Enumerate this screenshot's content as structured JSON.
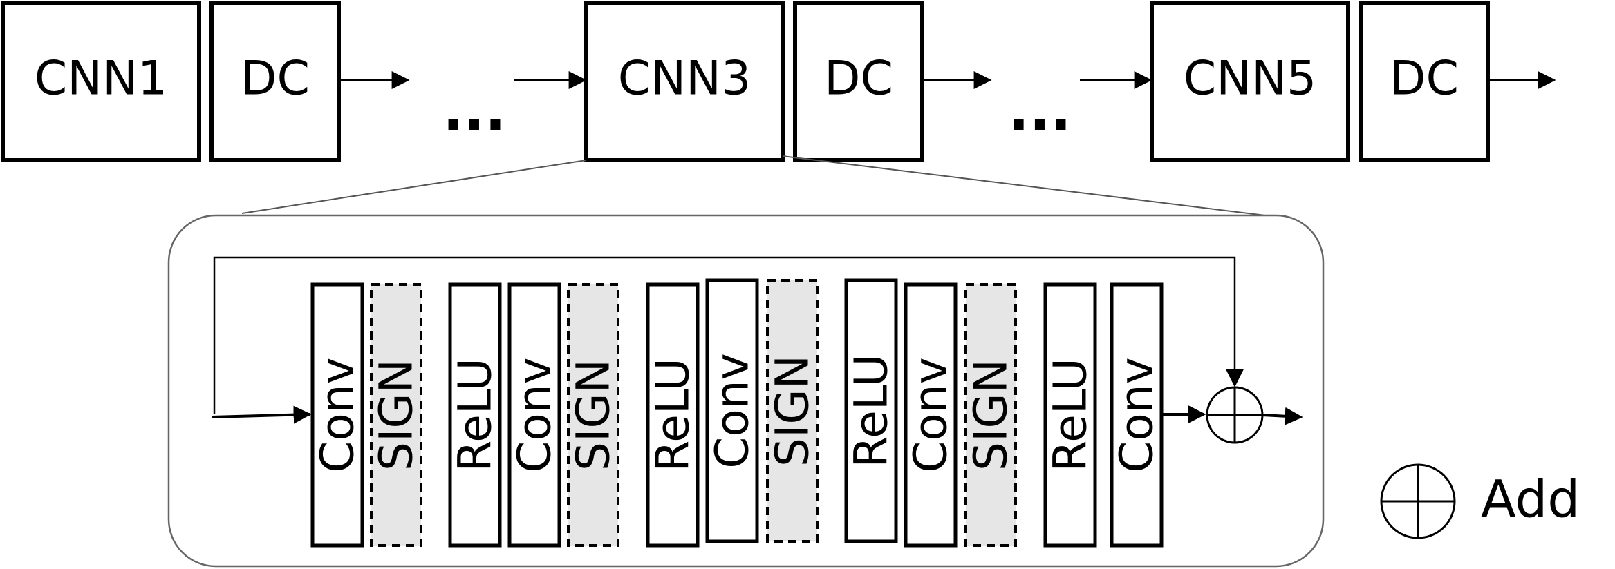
{
  "pipeline": {
    "stage1": {
      "cnn": "CNN1",
      "dc": "DC"
    },
    "stage2": {
      "cnn": "CNN3",
      "dc": "DC"
    },
    "stage3": {
      "cnn": "CNN5",
      "dc": "DC"
    },
    "ellipsis": "..."
  },
  "detail": {
    "layers": [
      {
        "label": "Conv",
        "kind": "conv"
      },
      {
        "label": "SIGN",
        "kind": "sign"
      },
      {
        "label": "ReLU",
        "kind": "relu"
      },
      {
        "label": "Conv",
        "kind": "conv"
      },
      {
        "label": "SIGN",
        "kind": "sign"
      },
      {
        "label": "ReLU",
        "kind": "relu"
      },
      {
        "label": "Conv",
        "kind": "conv"
      },
      {
        "label": "SIGN",
        "kind": "sign"
      },
      {
        "label": "ReLU",
        "kind": "relu"
      },
      {
        "label": "Conv",
        "kind": "conv"
      },
      {
        "label": "SIGN",
        "kind": "sign"
      },
      {
        "label": "ReLU",
        "kind": "relu"
      },
      {
        "label": "Conv",
        "kind": "conv"
      }
    ]
  },
  "legend": {
    "add_label": "Add"
  },
  "colors": {
    "sign_fill": "#e6e6e6",
    "stroke": "#000000"
  }
}
